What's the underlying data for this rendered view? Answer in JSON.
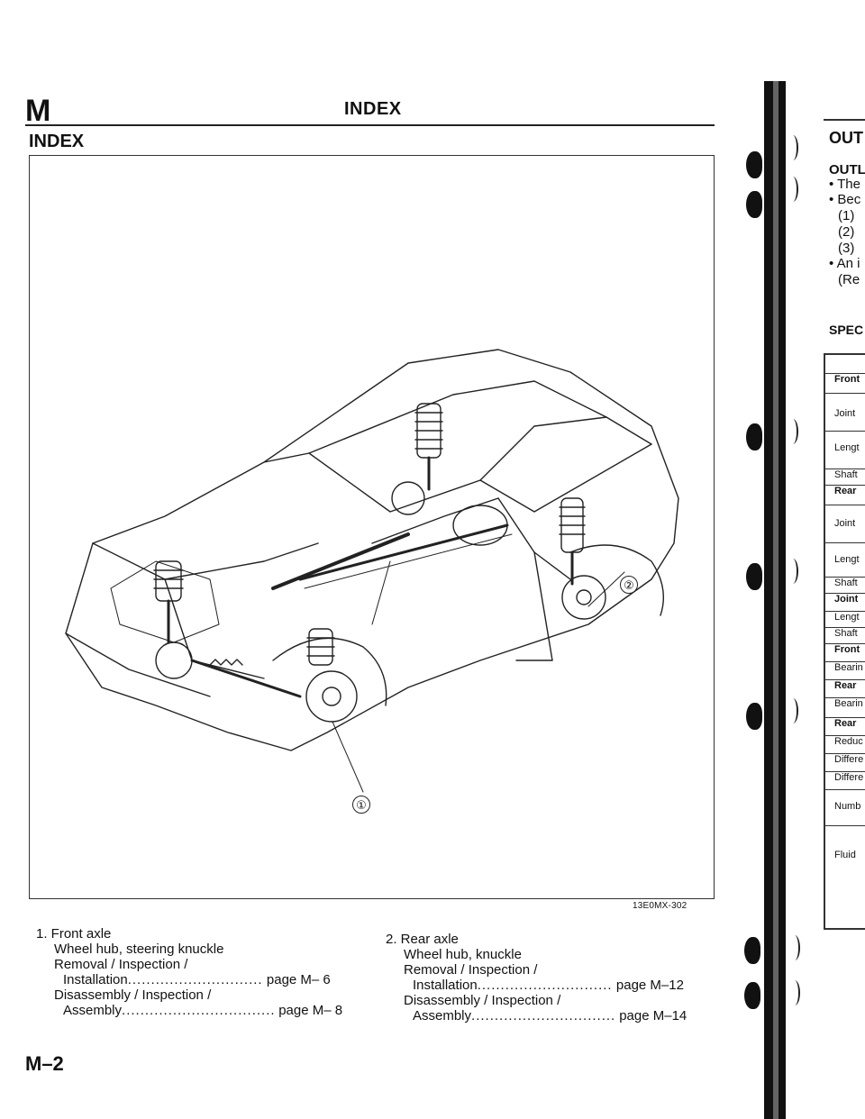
{
  "header": {
    "section_letter": "M",
    "title": "INDEX"
  },
  "section_title": "INDEX",
  "figure": {
    "callouts": [
      "①",
      "②"
    ],
    "code": "13E0MX-302"
  },
  "captions": {
    "left": {
      "heading": "1. Front axle",
      "subheading": "Wheel hub, steering knuckle",
      "line3": "Removal / Inspection /",
      "entries": [
        {
          "label": "Installation",
          "page": "page M– 6"
        },
        {
          "label": "Disassembly / Inspection /",
          "page": ""
        },
        {
          "label": "Assembly",
          "page": "page M– 8"
        }
      ]
    },
    "right": {
      "heading": "2. Rear axle",
      "subheading": "Wheel hub, knuckle",
      "line3": "Removal / Inspection /",
      "entries": [
        {
          "label": "Installation",
          "page": "page M–12"
        },
        {
          "label": "Disassembly / Inspection /",
          "page": ""
        },
        {
          "label": "Assembly",
          "page": "page M–14"
        }
      ]
    }
  },
  "page_number": "M–2",
  "facing_page": {
    "title": "OUT",
    "lines": [
      "OUTL",
      "• The",
      "• Bec",
      "(1)",
      "(2)",
      "(3)",
      "• An i",
      "(Re"
    ],
    "spec_heading": "SPEC",
    "table_rows": [
      {
        "text": "Front",
        "bold": true
      },
      {
        "text": "Joint",
        "bold": false
      },
      {
        "text": "Lengt",
        "bold": false
      },
      {
        "text": "Shaft",
        "bold": false
      },
      {
        "text": "Rear",
        "bold": true
      },
      {
        "text": "Joint",
        "bold": false
      },
      {
        "text": "Lengt",
        "bold": false
      },
      {
        "text": "Shaft",
        "bold": false
      },
      {
        "text": "Joint",
        "bold": true
      },
      {
        "text": "Lengt",
        "bold": false
      },
      {
        "text": "Shaft",
        "bold": false
      },
      {
        "text": "Front",
        "bold": true
      },
      {
        "text": "Bearin",
        "bold": false
      },
      {
        "text": "Rear",
        "bold": true
      },
      {
        "text": "Bearin",
        "bold": false
      },
      {
        "text": "Rear",
        "bold": true
      },
      {
        "text": "Reduc",
        "bold": false
      },
      {
        "text": "Differe",
        "bold": false
      },
      {
        "text": "Differe",
        "bold": false
      },
      {
        "text": "Numb",
        "bold": false
      },
      {
        "text": "Fluid",
        "bold": false
      }
    ]
  }
}
